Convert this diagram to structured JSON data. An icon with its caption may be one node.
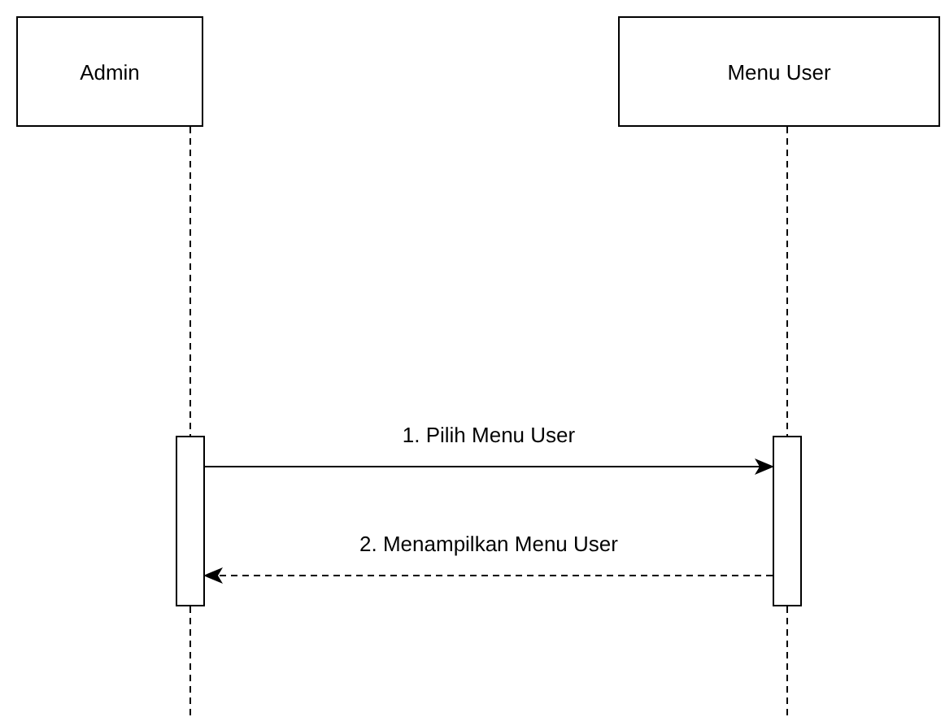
{
  "diagram": {
    "nodes": [
      {
        "text": [
          "Admin"
        ]
      },
      {
        "text": [
          "Menu User"
        ]
      },
      {
        "text": [],
        "shape": "bar"
      },
      {
        "text": [],
        "shape": "bar"
      }
    ],
    "edges": [
      {
        "from": 0,
        "to": 2,
        "arrow": "none",
        "style": "dashed"
      },
      {
        "from": 2,
        "to": null,
        "arrow": "none",
        "style": "dashed"
      },
      {
        "from": 1,
        "to": 3,
        "arrow": "none",
        "style": "dashed"
      },
      {
        "from": 3,
        "to": null,
        "arrow": "none",
        "style": "dashed"
      },
      {
        "from": 2,
        "to": 3,
        "arrow": "to",
        "label": "1. Pilih Menu User"
      },
      {
        "from": 3,
        "to": 2,
        "arrow": "to",
        "label": "2. Menampilkan Menu User",
        "style": "dashed"
      }
    ]
  }
}
